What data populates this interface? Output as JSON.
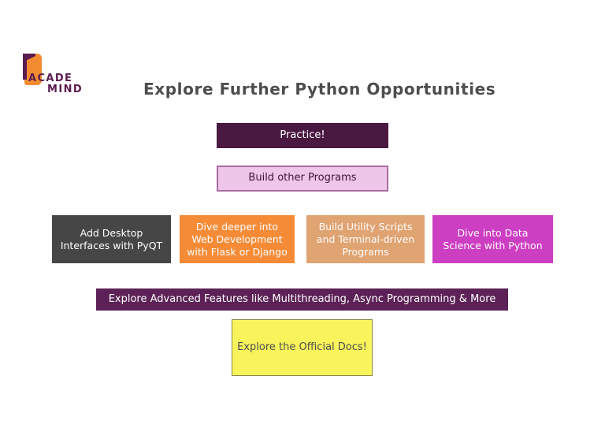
{
  "slide": {
    "background_color": "#ffffff",
    "logo": {
      "name": "academind-logo",
      "line1": "ACADE",
      "line2": "MIND",
      "mark_color": "#f28b30",
      "text_color": "#5c1b4f"
    },
    "title": "Explore Further Python Opportunities",
    "title_color": "#4d4d4d",
    "boxes": [
      {
        "id": "practice",
        "label": "Practice!",
        "background": "#4a1942",
        "text_color": "#ffffff"
      },
      {
        "id": "build-other-programs",
        "label": "Build other Programs",
        "background": "#eec6e9",
        "border_color": "#a86aa0",
        "text_color": "#3f1338"
      },
      {
        "id": "add-desktop-interfaces-pyqt",
        "label": "Add Desktop Interfaces with PyQT",
        "background": "#464646",
        "text_color": "#ffffff"
      },
      {
        "id": "dive-deeper-web-development",
        "label": "Dive deeper into Web Development with Flask or Django",
        "background": "#f68b37",
        "text_color": "#ffffff"
      },
      {
        "id": "build-utility-scripts",
        "label": "Build Utility Scripts and Terminal-driven Programs",
        "background": "#e0a372",
        "text_color": "#ffffff"
      },
      {
        "id": "dive-into-data-science",
        "label": "Dive into Data Science with Python",
        "background": "#cc3ec2",
        "text_color": "#ffffff"
      },
      {
        "id": "explore-advanced-features",
        "label": "Explore Advanced Features like Multithreading, Async Programming & More",
        "background": "#5c2257",
        "text_color": "#ffffff"
      },
      {
        "id": "explore-official-docs",
        "label": "Explore the Official Docs!",
        "background": "#f9f45c",
        "border_color": "#8b8745",
        "text_color": "#4d4d4d"
      }
    ]
  }
}
